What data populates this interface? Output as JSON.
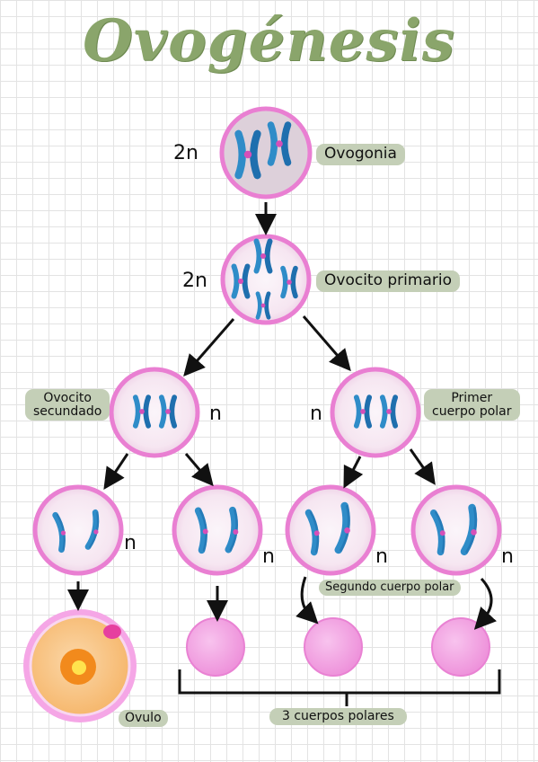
{
  "title": "Ovogénesis",
  "labels": {
    "ovogonia": "Ovogonia",
    "ovocito_primario": "Ovocito primario",
    "ovocito_secundado_line1": "Ovocito",
    "ovocito_secundado_line2": "secundado",
    "primer_cuerpo_polar_line1": "Primer",
    "primer_cuerpo_polar_line2": "cuerpo polar",
    "segundo_cuerpo_polar": "Segundo cuerpo polar",
    "ovulo": "Ovulo",
    "cuerpos_polares": "3 cuerpos polares"
  },
  "ploidy": {
    "ovogonia": "2n",
    "ovocito_primario": "2n",
    "ovocito_secundado": "n",
    "primer_cuerpo_polar": "n",
    "cell_a": "n",
    "cell_b": "n",
    "cell_c": "n",
    "cell_d": "n"
  },
  "colors": {
    "title": "#8aa56b",
    "label_pill": "#c4cfb7",
    "cell_fill": "#f7e9f3",
    "cell_border": "#e97fd2",
    "polar_body": "#f3a3e4",
    "chromosome": "#2f8cc8",
    "centromere": "#d64fb8",
    "ovum_cytoplasm": "#f8bf7c",
    "nucleus": "#f28a1c",
    "grid": "#e3e3e3"
  }
}
